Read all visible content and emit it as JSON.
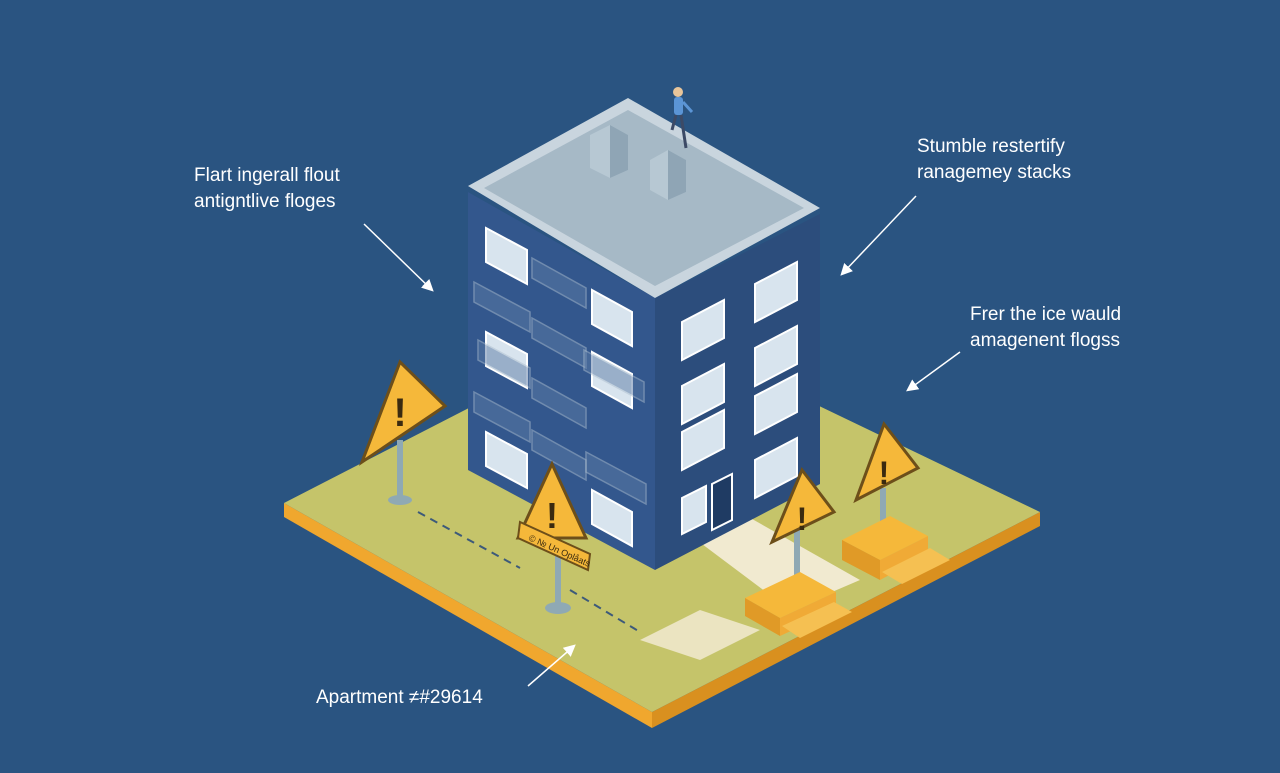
{
  "labels": {
    "top_left": [
      "Flart ingerall flout",
      "antigntlive floges"
    ],
    "top_right": [
      "Stumble restertify",
      "ranagemey stacks"
    ],
    "middle_right": [
      "Frer the ice wauld",
      "amagenent flogss"
    ],
    "bottom_left": "Apartment ≠#29614"
  },
  "sign_plate_text": "© № Un Oplåats",
  "icons": {
    "warning": "warning-sign-icon",
    "person": "person-figure"
  },
  "colors": {
    "background": "#2a5481",
    "ground_top": "#c5c46a",
    "ground_edge": "#f0a72e",
    "building_front": "#33578d",
    "building_side": "#2c4d7c",
    "roof": "#a6b9c6",
    "warning_fill": "#f5b83a",
    "window": "#d8e4ee"
  }
}
